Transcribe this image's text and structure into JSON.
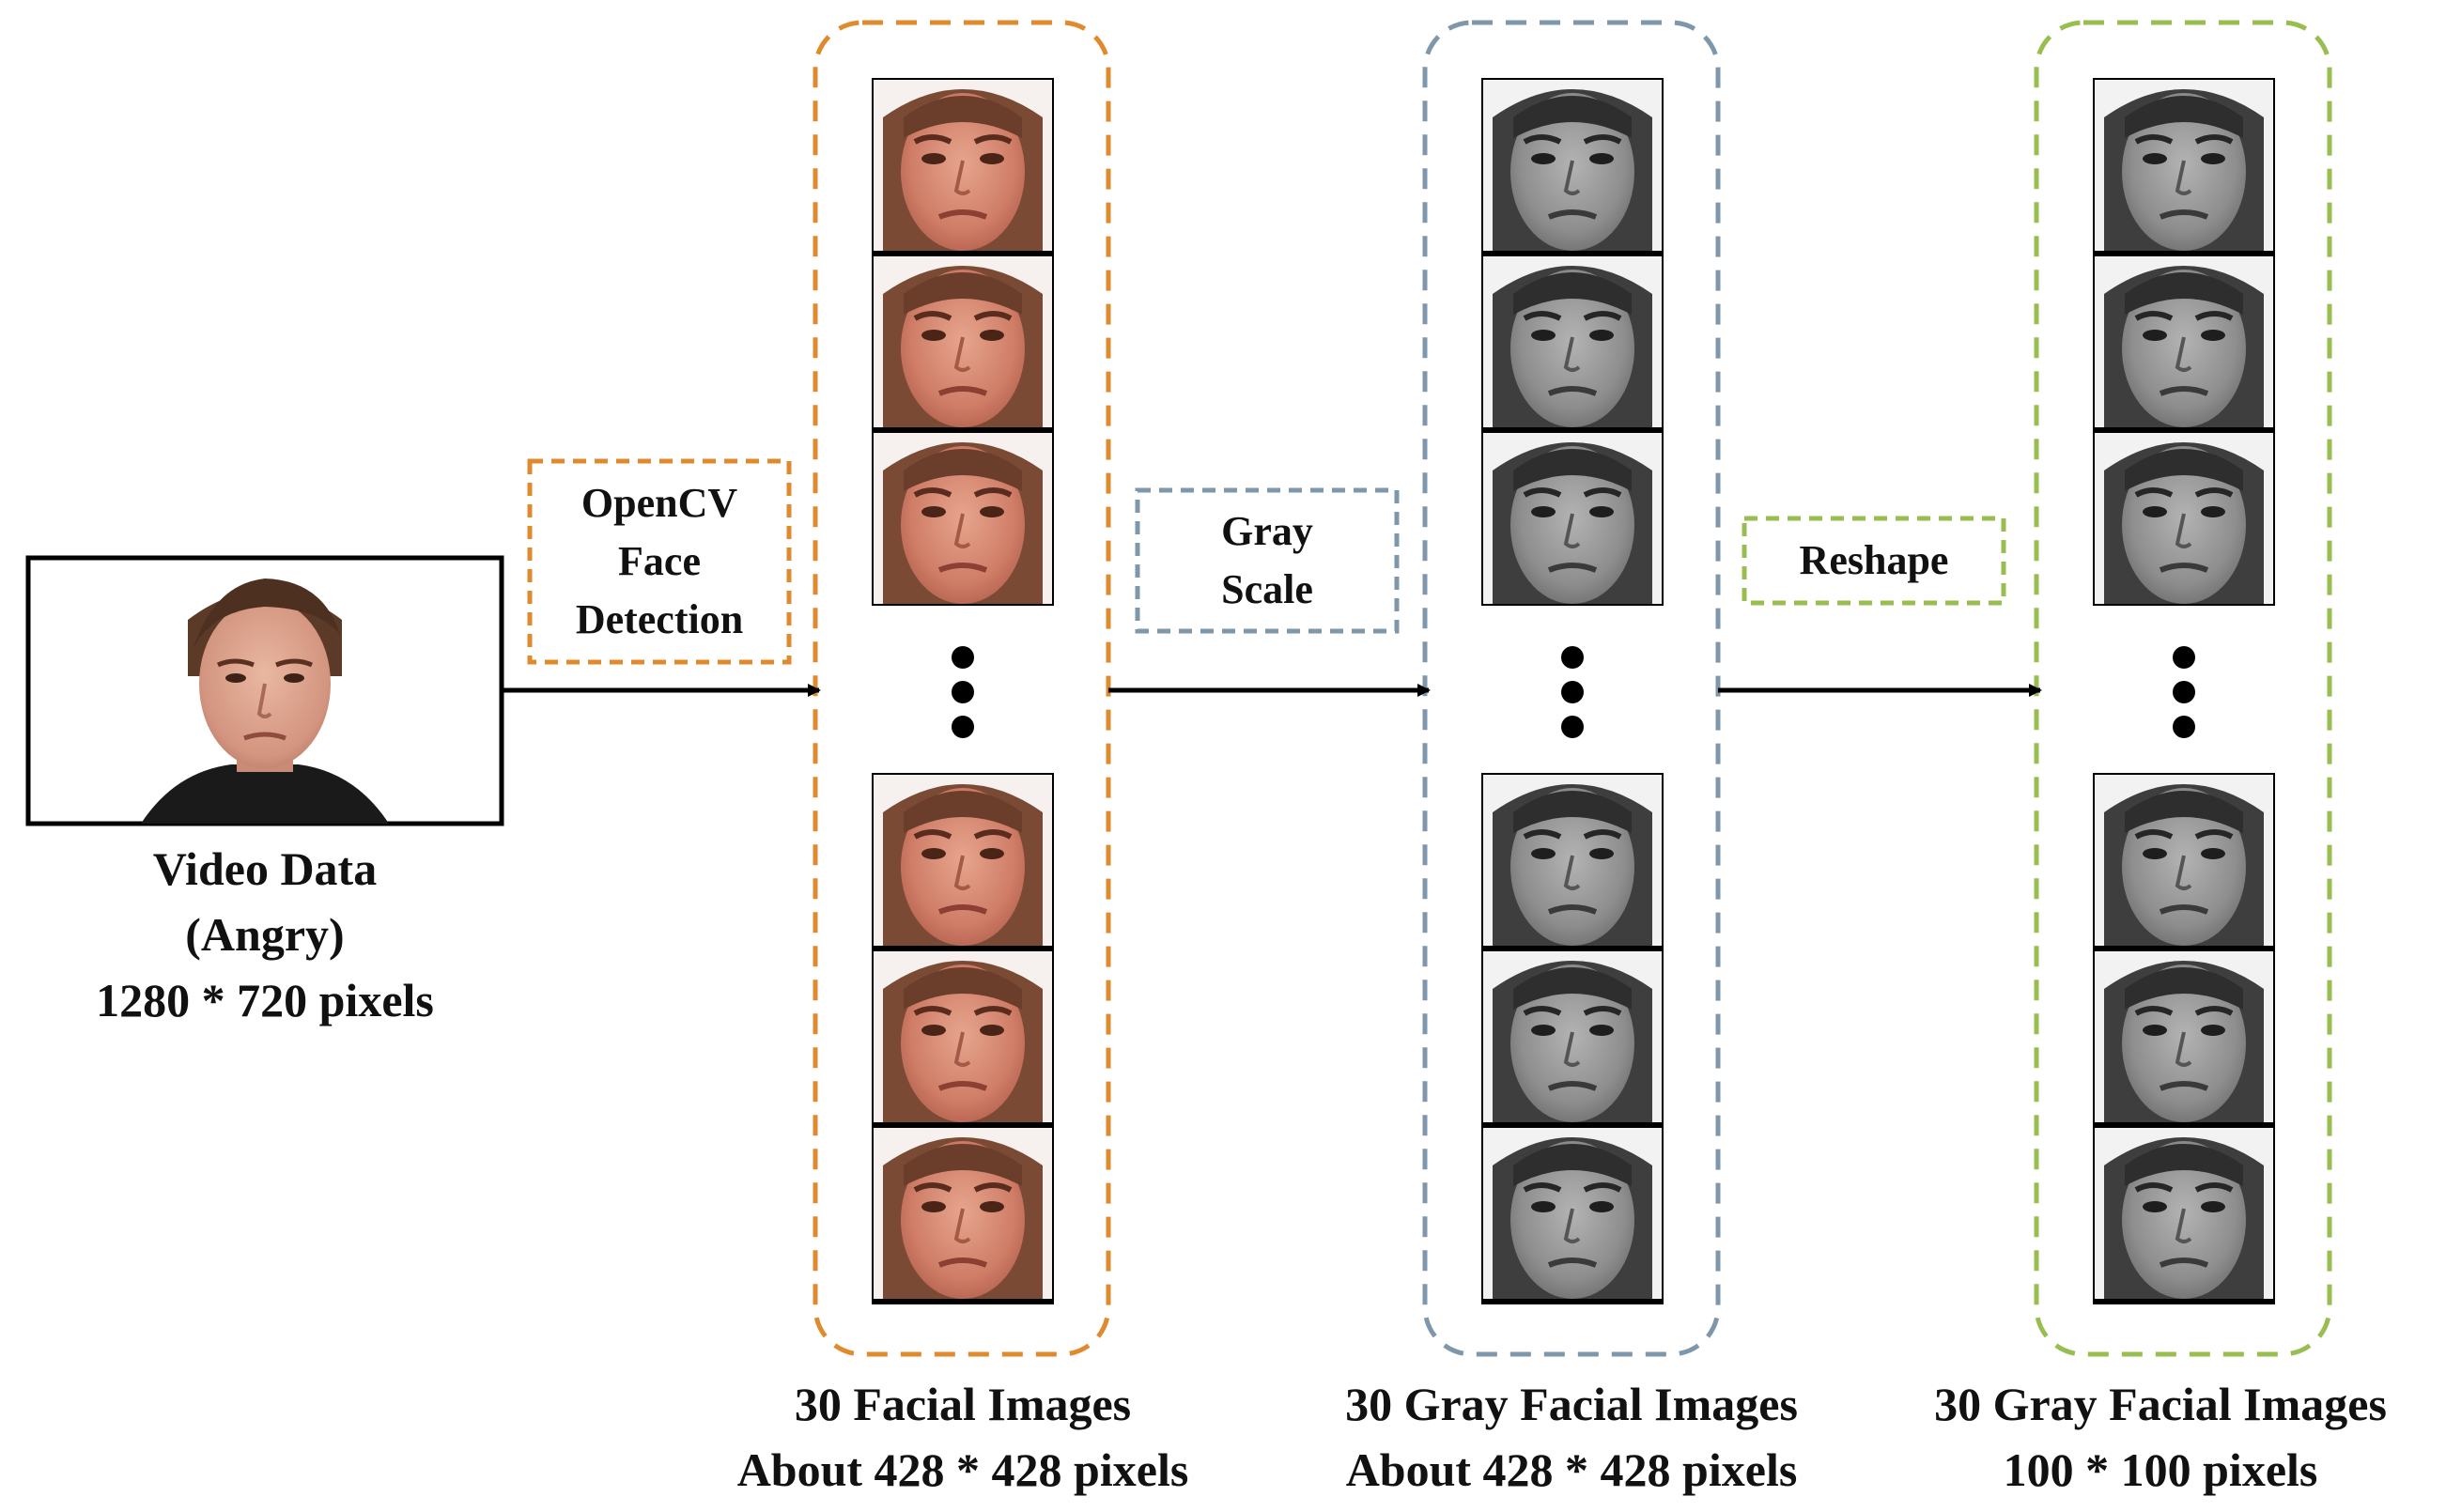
{
  "source": {
    "lines": [
      "Video Data",
      "(Angry)",
      "1280 * 720 pixels"
    ]
  },
  "steps": [
    {
      "lines": [
        "OpenCV",
        "Face",
        "Detection"
      ],
      "color": "#E08A2E"
    },
    {
      "lines": [
        "Gray",
        "Scale"
      ],
      "color": "#7F97AA"
    },
    {
      "lines": [
        "Reshape"
      ],
      "color": "#98BE50"
    }
  ],
  "columns": [
    {
      "caption": [
        "30 Facial Images",
        "About 428 * 428 pixels"
      ],
      "color": "#E08A2E",
      "image_style": "color"
    },
    {
      "caption": [
        "30 Gray Facial Images",
        "About 428 * 428 pixels"
      ],
      "color": "#7F97AA",
      "image_style": "grayscale"
    },
    {
      "caption": [
        "30 Gray Facial Images",
        "100 * 100 pixels"
      ],
      "color": "#98BE50",
      "image_style": "grayscale"
    }
  ],
  "icons": {
    "face": "face-photo-icon",
    "ellipsis": "vertical-ellipsis-icon",
    "arrow": "right-arrow-icon"
  }
}
